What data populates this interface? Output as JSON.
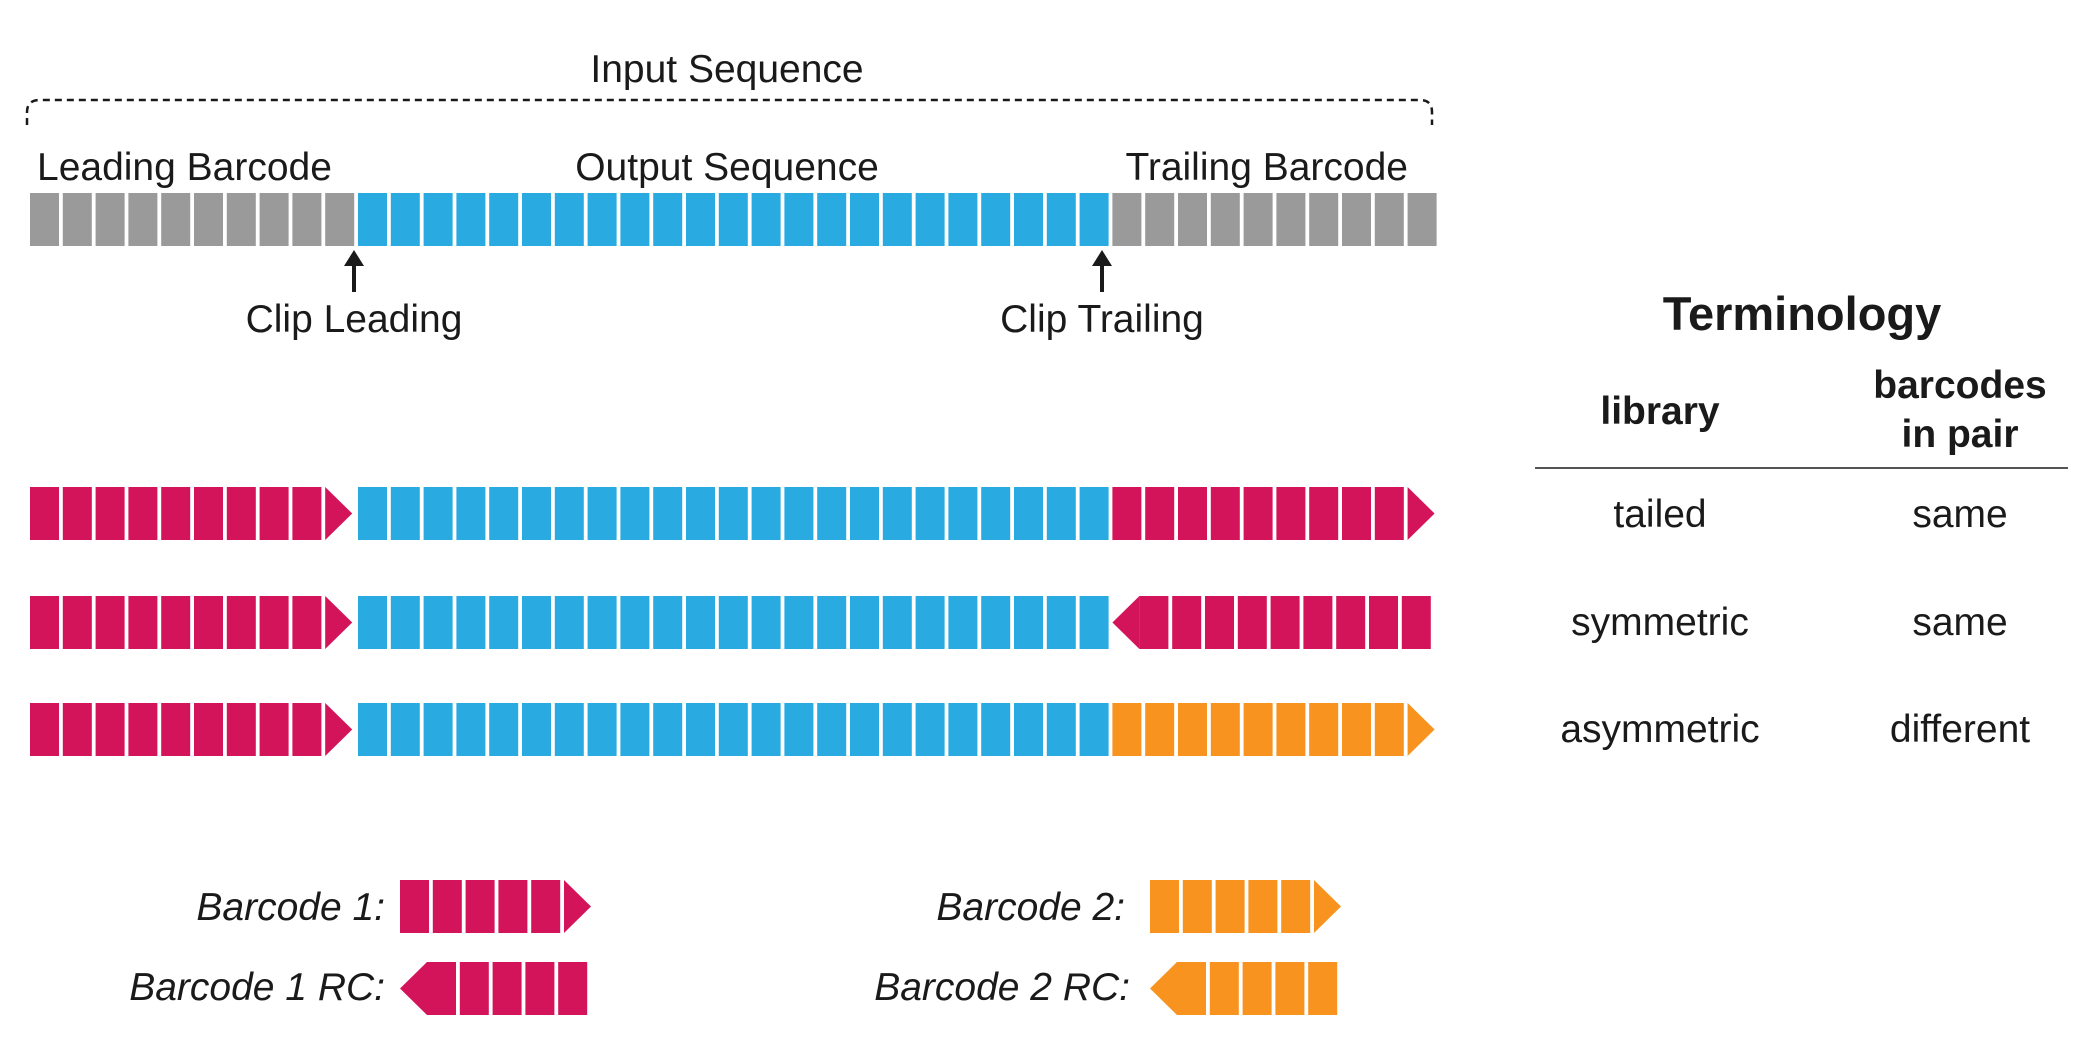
{
  "colors": {
    "gray": "#9a9a9a",
    "blue": "#29abe2",
    "magenta": "#d4145a",
    "orange": "#f7931e"
  },
  "top": {
    "input_sequence": "Input Sequence",
    "leading_barcode": "Leading Barcode",
    "output_sequence": "Output Sequence",
    "trailing_barcode": "Trailing Barcode",
    "clip_leading": "Clip Leading",
    "clip_trailing": "Clip Trailing"
  },
  "rows": [
    {
      "left": {
        "color": "magenta",
        "count": 10,
        "arrow": "right"
      },
      "middle": {
        "color": "blue",
        "count": 23
      },
      "right": {
        "color": "magenta",
        "count": 10,
        "arrow": "right"
      }
    },
    {
      "left": {
        "color": "magenta",
        "count": 10,
        "arrow": "right"
      },
      "middle": {
        "color": "blue",
        "count": 23
      },
      "right": {
        "color": "magenta",
        "count": 10,
        "arrow": "left"
      }
    },
    {
      "left": {
        "color": "magenta",
        "count": 10,
        "arrow": "right"
      },
      "middle": {
        "color": "blue",
        "count": 23
      },
      "right": {
        "color": "orange",
        "count": 10,
        "arrow": "right"
      }
    }
  ],
  "legend": {
    "barcode1": "Barcode 1:",
    "barcode1_rc": "Barcode 1 RC:",
    "barcode2": "Barcode 2:",
    "barcode2_rc": "Barcode 2 RC:"
  },
  "terminology": {
    "title": "Terminology",
    "col_library": "library",
    "col_barcodes_line1": "barcodes",
    "col_barcodes_line2": "in pair",
    "rows": [
      {
        "library": "tailed",
        "barcodes": "same"
      },
      {
        "library": "symmetric",
        "barcodes": "same"
      },
      {
        "library": "asymmetric",
        "barcodes": "different"
      }
    ]
  }
}
